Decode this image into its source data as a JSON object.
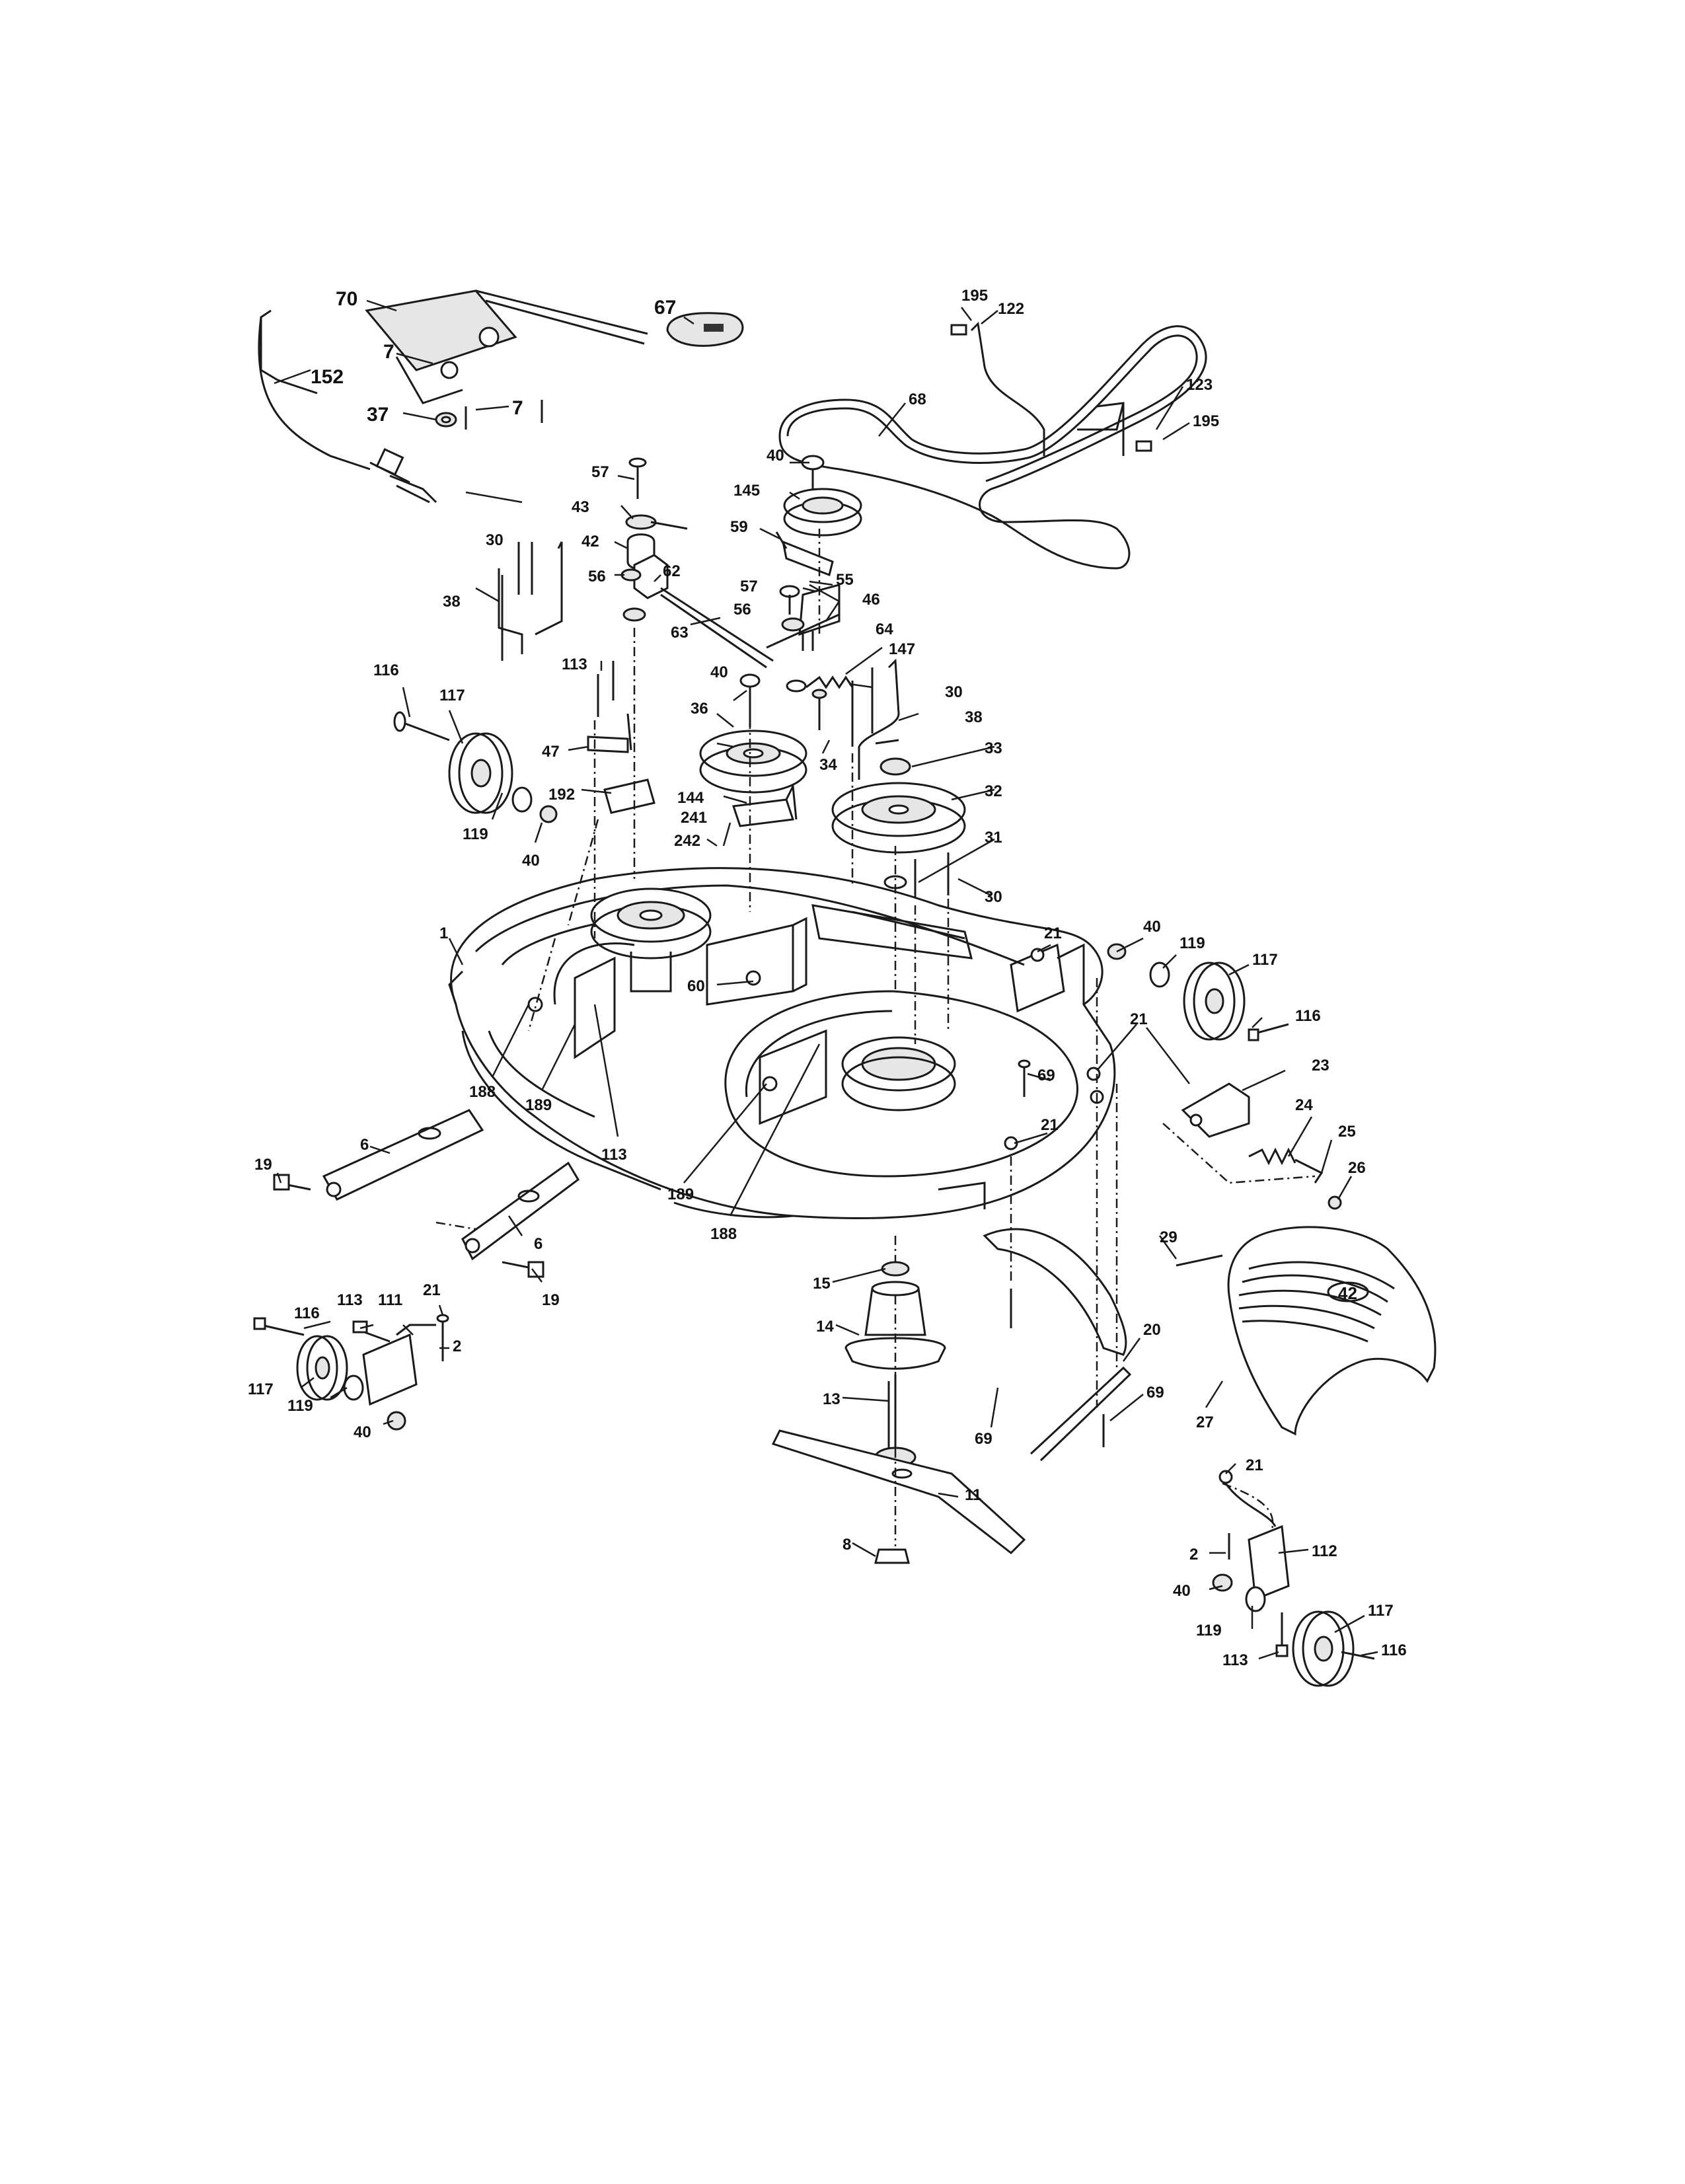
{
  "diagram": {
    "labels": [
      "1",
      "2",
      "6",
      "7",
      "8",
      "11",
      "13",
      "14",
      "15",
      "19",
      "20",
      "21",
      "23",
      "24",
      "25",
      "26",
      "27",
      "29",
      "30",
      "31",
      "32",
      "33",
      "34",
      "36",
      "37",
      "38",
      "40",
      "42",
      "43",
      "46",
      "47",
      "55",
      "56",
      "57",
      "59",
      "60",
      "62",
      "63",
      "64",
      "67",
      "68",
      "69",
      "70",
      "111",
      "112",
      "113",
      "116",
      "117",
      "119",
      "122",
      "123",
      "144",
      "145",
      "147",
      "152",
      "188",
      "189",
      "192",
      "195",
      "241",
      "242"
    ],
    "deck_badge": "42"
  }
}
